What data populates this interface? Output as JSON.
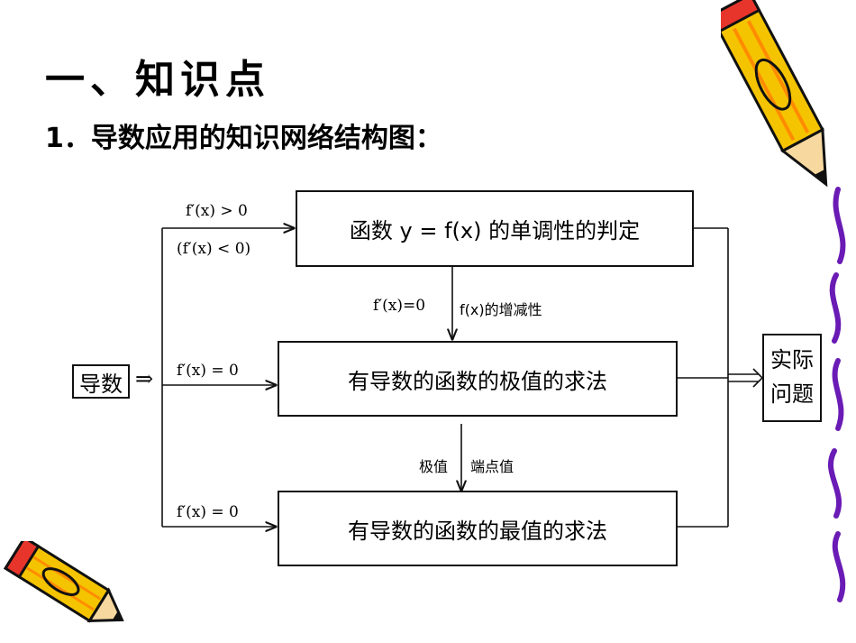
{
  "slide": {
    "title": "一、知识点",
    "subtitle": "1．导数应用的知识网络结构图："
  },
  "diagram": {
    "start_node": "导数",
    "end_node_line1": "实际",
    "end_node_line2": "问题",
    "box_monotonic": "函数 y = f(x) 的单调性的判定",
    "box_extremum": "有导数的函数的极值的求法",
    "box_maximum": "有导数的函数的最值的求法",
    "label_positive": "f′(x) > 0",
    "label_negative": "(f′(x) < 0)",
    "label_zero_mid": "f′(x) = 0",
    "label_zero_bottom": "f′(x) = 0",
    "label_vertical_left": "f′(x)=0",
    "label_vertical_right": "f(x)的增减性",
    "label_lower_left": "极值",
    "label_lower_right": "端点值",
    "arrow_symbol": "⇒"
  },
  "colors": {
    "pencil_yellow": "#f5c400",
    "pencil_orange": "#ff8c00",
    "pencil_red": "#e8352c",
    "border_purple": "#6a1bb5"
  },
  "icons": [
    "pencil-icon-top-right",
    "pencil-icon-bottom-left"
  ]
}
